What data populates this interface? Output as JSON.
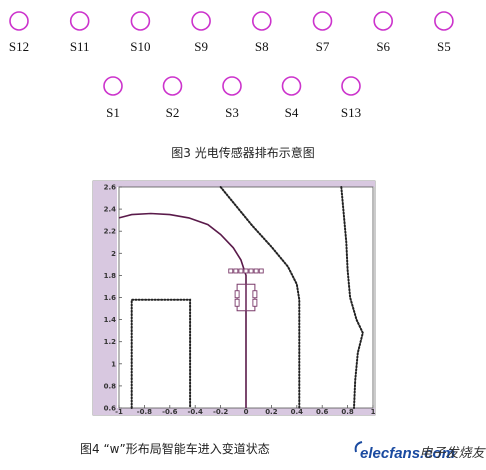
{
  "figure3": {
    "top_row": [
      "S12",
      "S11",
      "S10",
      "S9",
      "S8",
      "S7",
      "S6",
      "S5"
    ],
    "bottom_row": [
      "S1",
      "S2",
      "S3",
      "S4",
      "S13"
    ],
    "sensor_color": "#cc33cc",
    "caption": "图3 光电传感器排布示意图"
  },
  "figure4": {
    "caption": "图4 “w”形布局智能车进入变道状态",
    "chart_data": {
      "type": "line",
      "xlim": [
        -1,
        1
      ],
      "ylim": [
        0.6,
        2.6
      ],
      "x_ticks": [
        "-1",
        "-0.8",
        "-0.6",
        "-0.4",
        "-0.2",
        "0",
        "0.2",
        "0.4",
        "0.6",
        "0.8",
        "1"
      ],
      "y_ticks": [
        "0.6",
        "0.8",
        "1",
        "1.2",
        "1.4",
        "1.6",
        "1.8",
        "2",
        "2.2",
        "2.4",
        "2.6"
      ],
      "grid": false,
      "series": [
        {
          "style": "solid",
          "color": "#5a1a4a",
          "points": [
            [
              -1,
              2.32
            ],
            [
              -0.9,
              2.35
            ],
            [
              -0.75,
              2.36
            ],
            [
              -0.6,
              2.35
            ],
            [
              -0.45,
              2.32
            ],
            [
              -0.3,
              2.26
            ],
            [
              -0.2,
              2.17
            ],
            [
              -0.1,
              2.05
            ],
            [
              -0.04,
              1.94
            ],
            [
              0,
              1.8
            ],
            [
              0,
              0.6
            ]
          ]
        },
        {
          "style": "dotted",
          "color": "#222222",
          "points": [
            [
              -0.9,
              0.6
            ],
            [
              -0.9,
              1.58
            ],
            [
              -0.44,
              1.58
            ],
            [
              -0.44,
              0.6
            ]
          ]
        },
        {
          "style": "dotted",
          "color": "#222222",
          "points": [
            [
              -0.2,
              2.6
            ],
            [
              -0.1,
              2.46
            ],
            [
              0.05,
              2.25
            ],
            [
              0.2,
              2.06
            ],
            [
              0.33,
              1.88
            ],
            [
              0.4,
              1.72
            ],
            [
              0.42,
              1.58
            ],
            [
              0.42,
              0.6
            ]
          ]
        },
        {
          "style": "dotted",
          "color": "#222222",
          "points": [
            [
              0.75,
              2.6
            ],
            [
              0.77,
              2.35
            ],
            [
              0.79,
              2.1
            ],
            [
              0.8,
              1.85
            ],
            [
              0.82,
              1.6
            ],
            [
              0.87,
              1.4
            ],
            [
              0.92,
              1.28
            ],
            [
              0.88,
              1.1
            ],
            [
              0.86,
              0.85
            ],
            [
              0.85,
              0.6
            ]
          ]
        }
      ],
      "car": {
        "center_x": 0,
        "center_y": 1.6,
        "width": 0.14,
        "height": 0.24,
        "color": "#7a3a6a",
        "marker_row_y": 1.84,
        "marker_xs": [
          -0.12,
          -0.08,
          -0.04,
          0,
          0.04,
          0.08,
          0.12
        ]
      }
    }
  },
  "watermark": {
    "site": "elecfans.com",
    "cn": "电子发烧友",
    "accent": "#cc2222",
    "blue": "#1a4aa0"
  }
}
